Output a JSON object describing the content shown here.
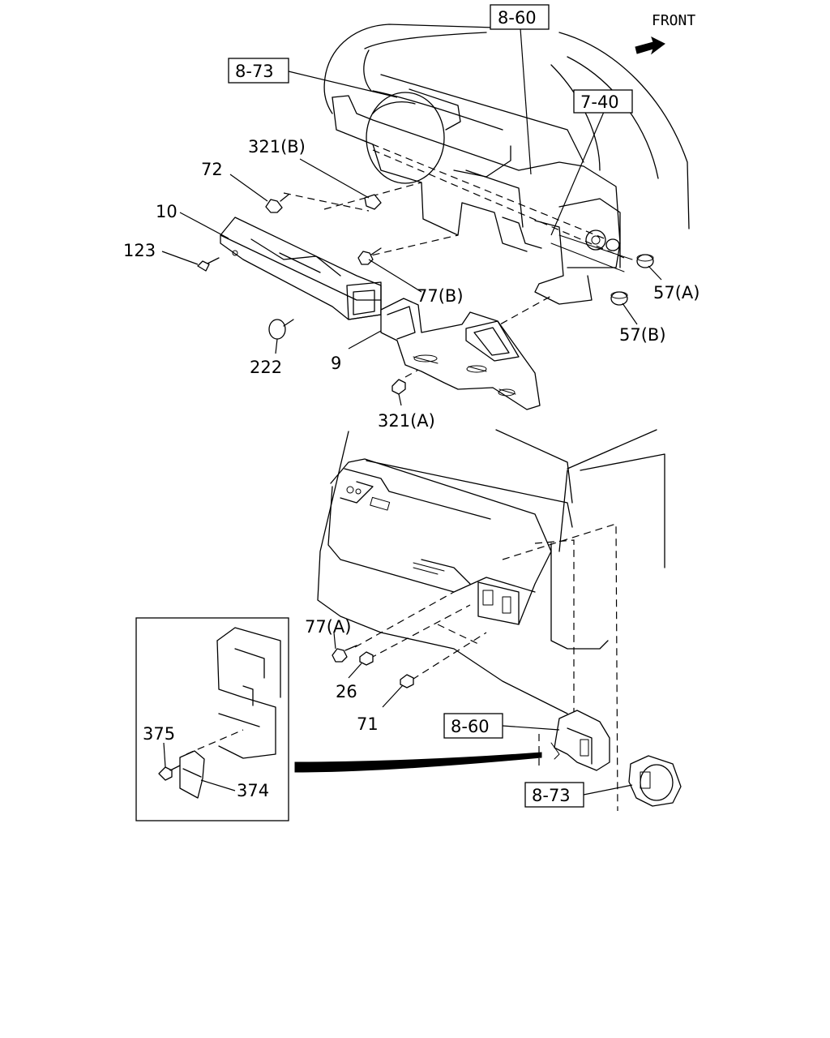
{
  "direction": {
    "label": "FRONT"
  },
  "ref_boxes": {
    "r860_top": "8-60",
    "r873_top": "8-73",
    "r740": "7-40",
    "r860_bottom": "8-60",
    "r873_bottom": "8-73"
  },
  "callouts": {
    "c321b": "321(B)",
    "c72": "72",
    "c10": "10",
    "c123": "123",
    "c77b": "77(B)",
    "c57a": "57(A)",
    "c57b": "57(B)",
    "c222": "222",
    "c9": "9",
    "c321a": "321(A)",
    "c77a": "77(A)",
    "c26": "26",
    "c71": "71",
    "c375": "375",
    "c374": "374"
  }
}
